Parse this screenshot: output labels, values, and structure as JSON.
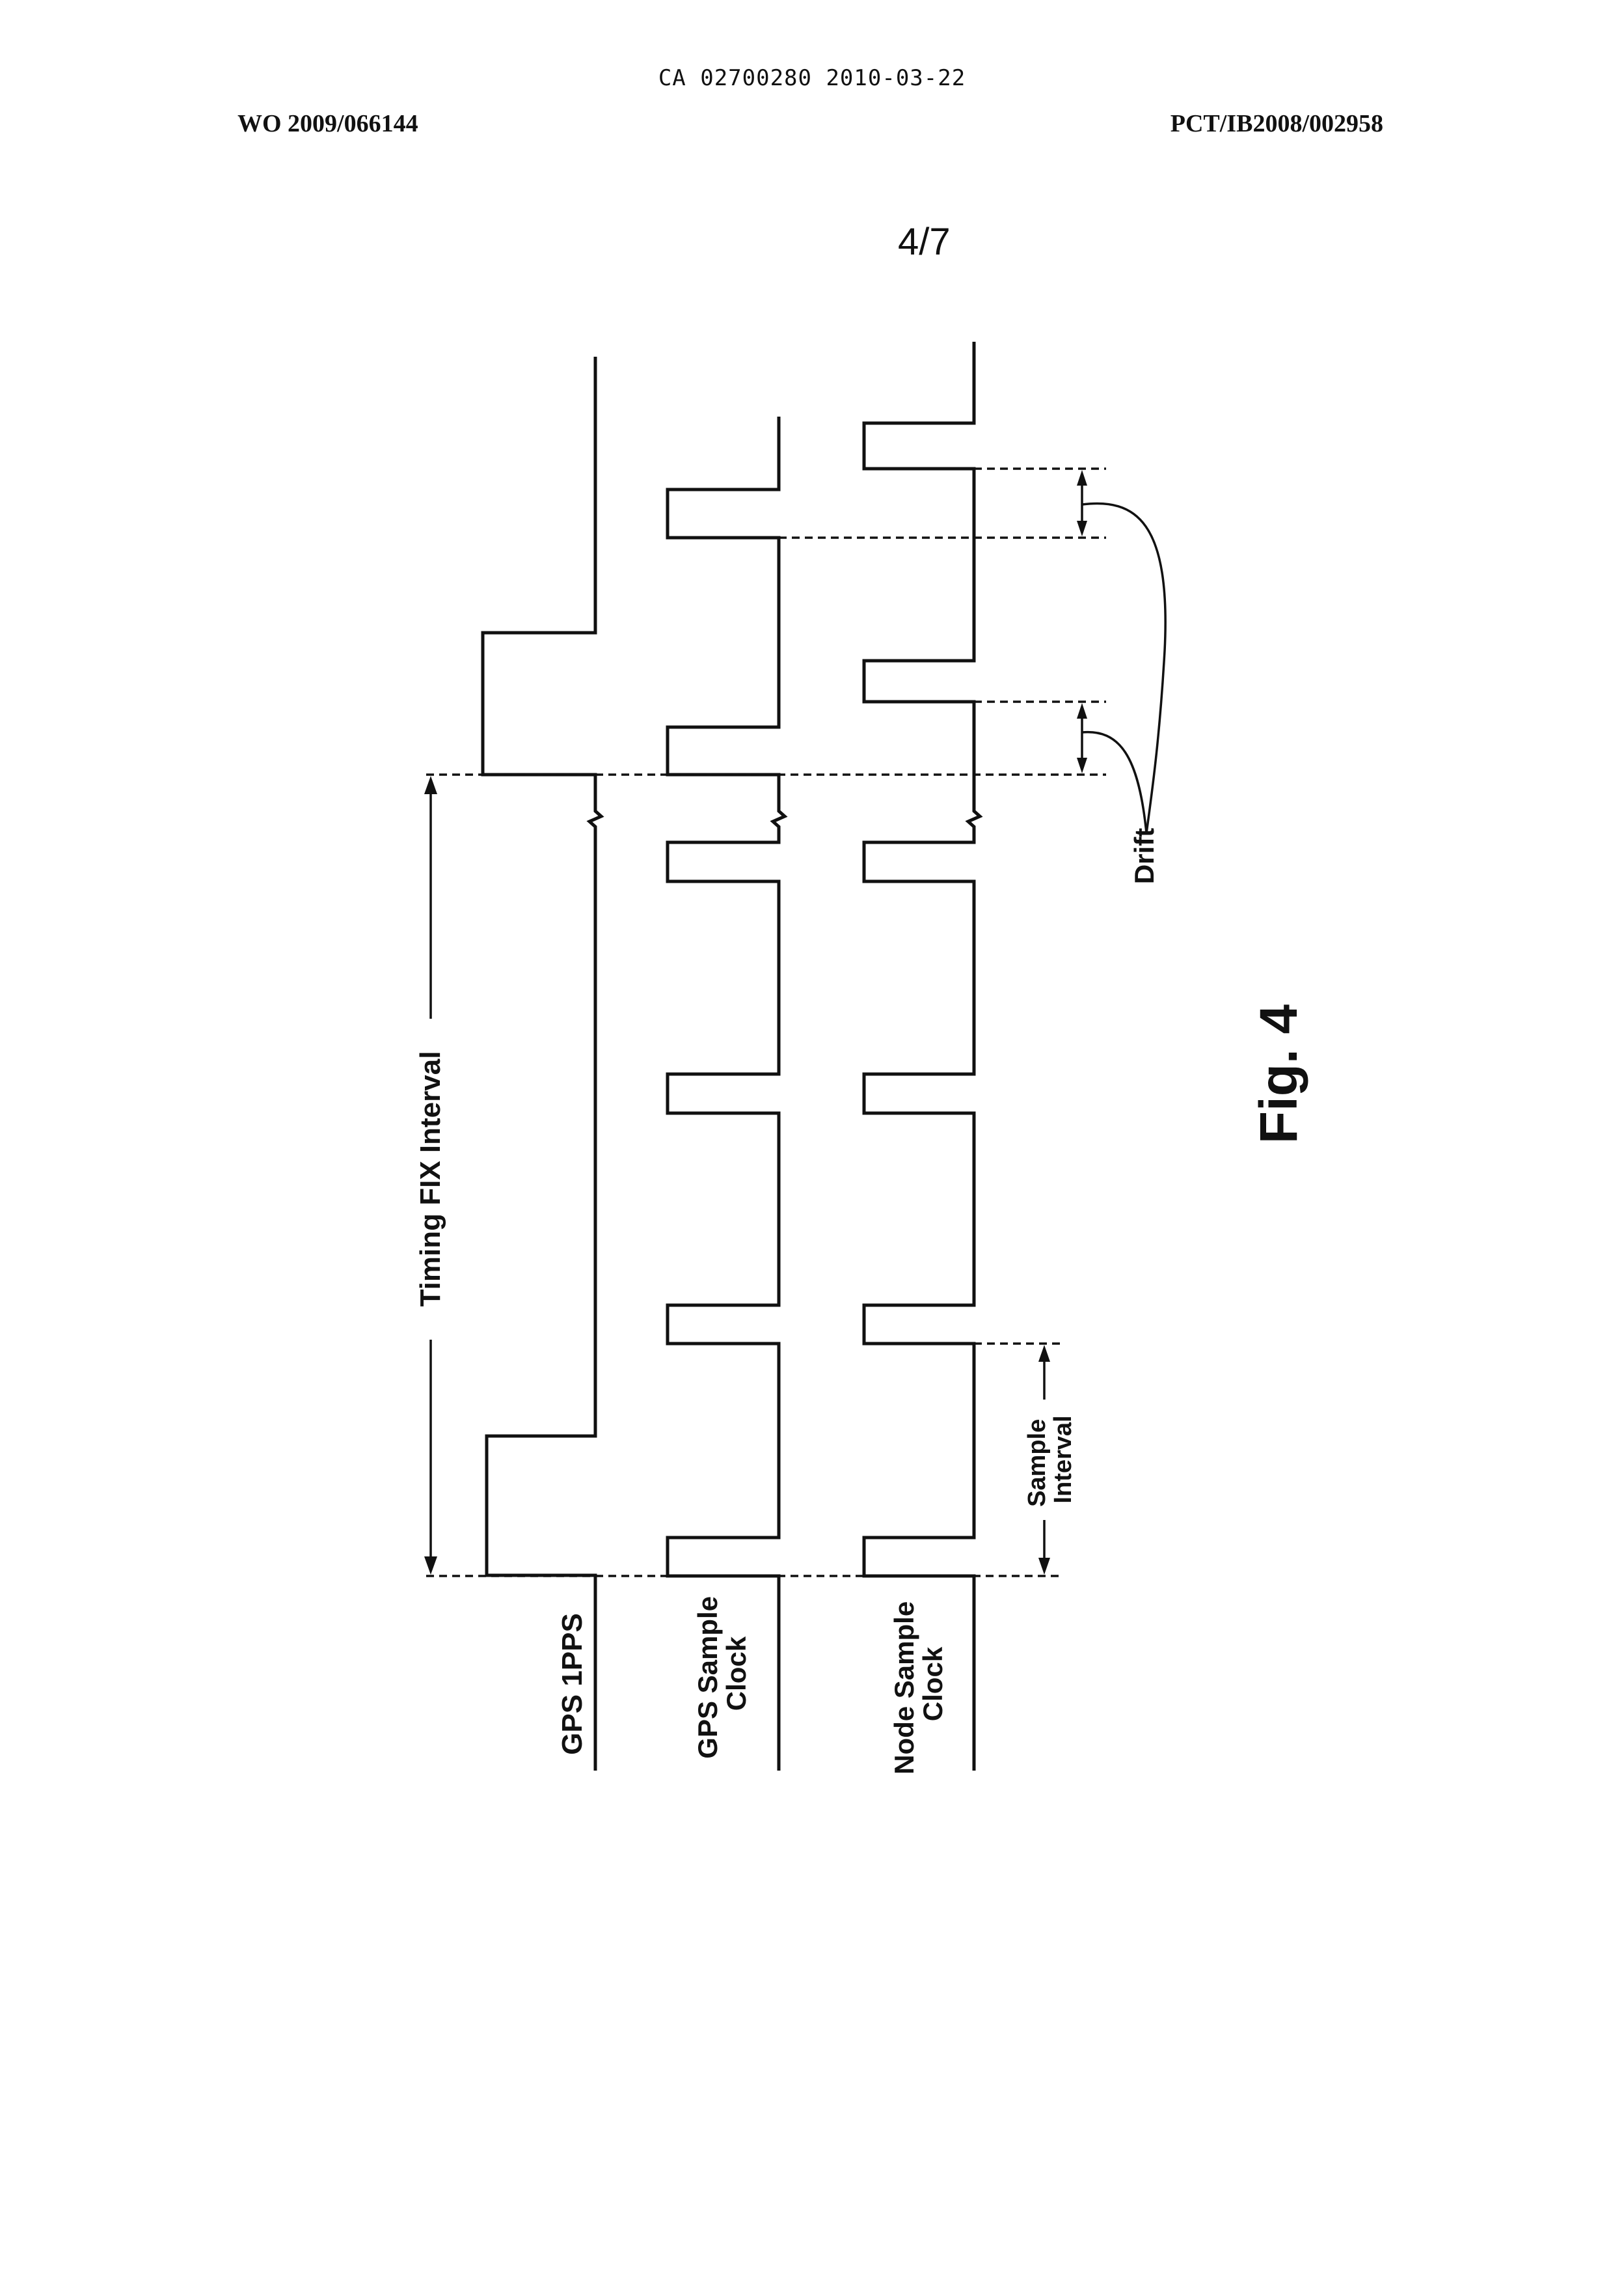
{
  "header": {
    "doc_number": "CA 02700280 2010-03-22",
    "publication": "WO 2009/066144",
    "application": "PCT/IB2008/002958",
    "sheet": "4/7"
  },
  "figure": {
    "title": "Fig. 4",
    "signals": [
      {
        "label_lines": [
          "GPS 1PPS"
        ]
      },
      {
        "label_lines": [
          "GPS Sample",
          "Clock"
        ]
      },
      {
        "label_lines": [
          "Node Sample",
          "Clock"
        ]
      }
    ],
    "annotations": {
      "timing_fix": "Timing FIX Interval",
      "sample_interval_lines": [
        "Sample",
        "Interval"
      ],
      "drift": "Drift"
    }
  }
}
